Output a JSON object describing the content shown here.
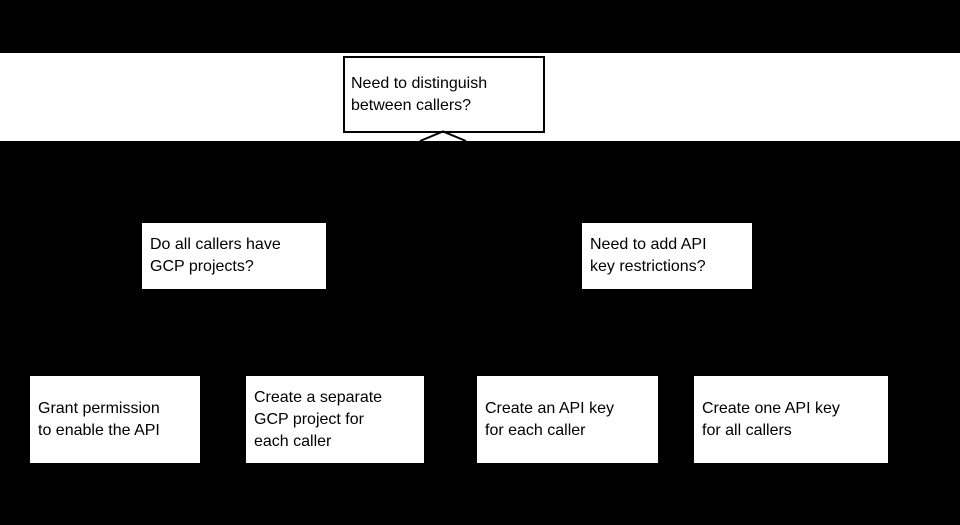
{
  "colors": {
    "background": "#000000",
    "band": "#ffffff",
    "node_fill": "#ffffff",
    "node_text": "#000000",
    "node_border": "#000000"
  },
  "icons": {
    "branch_caret": "chevron-up-shape (apex of two diverging connector lines)"
  },
  "diagram": {
    "root_question": {
      "label": "Need to distinguish\nbetween callers?"
    },
    "questions": [
      {
        "label": "Do all callers have\nGCP projects?"
      },
      {
        "label": "Need to add API\nkey restrictions?"
      }
    ],
    "answers": [
      {
        "label": "Grant permission\nto enable the API"
      },
      {
        "label": "Create a separate\nGCP project for\neach caller"
      },
      {
        "label": "Create an API key\nfor each caller"
      },
      {
        "label": "Create one API key\nfor all callers"
      }
    ]
  }
}
